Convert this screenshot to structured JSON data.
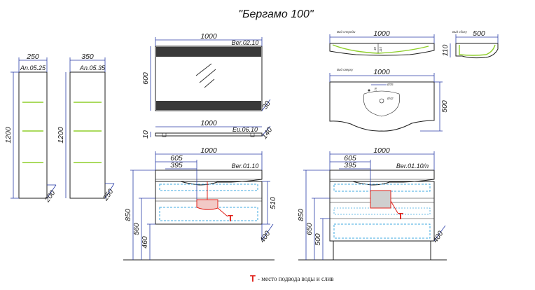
{
  "title": "\"Бергамо 100\"",
  "cabinets": {
    "a05_25": {
      "width": "250",
      "height": "1200",
      "depth": "200",
      "code": "An.05.25"
    },
    "a05_35": {
      "width": "350",
      "height": "1200",
      "depth": "250",
      "code": "An.05.35"
    }
  },
  "mirror": {
    "width": "1000",
    "height": "600",
    "depth": "30",
    "code": "Ber.02.10"
  },
  "shelf": {
    "width": "1000",
    "height": "10",
    "depth": "140",
    "code": "Eu.06.10"
  },
  "sink_front": {
    "label": "Вид спереди",
    "width": "1000",
    "height": "110",
    "inner1": "40",
    "inner2": "110"
  },
  "sink_side": {
    "label": "Вид сбоку",
    "width": "500",
    "height": "110"
  },
  "sink_top": {
    "label": "Вид сверху",
    "width": "1000",
    "depth": "500",
    "hole1": "Ø35",
    "hole2": "Ø42",
    "offset": "75"
  },
  "vanity_wall": {
    "code": "Ber.01.10",
    "width": "1000",
    "w605": "605",
    "w395": "395",
    "h850": "850",
    "h560": "560",
    "h460": "460",
    "h510": "510",
    "depth": "400"
  },
  "vanity_floor": {
    "code": "Ber.01.10/n",
    "width": "1000",
    "w605": "605",
    "w395": "395",
    "h850": "850",
    "h650": "650",
    "h500": "500",
    "depth": "400"
  },
  "legend": {
    "symbol": "T",
    "text": "- место подвода воды и слив"
  }
}
